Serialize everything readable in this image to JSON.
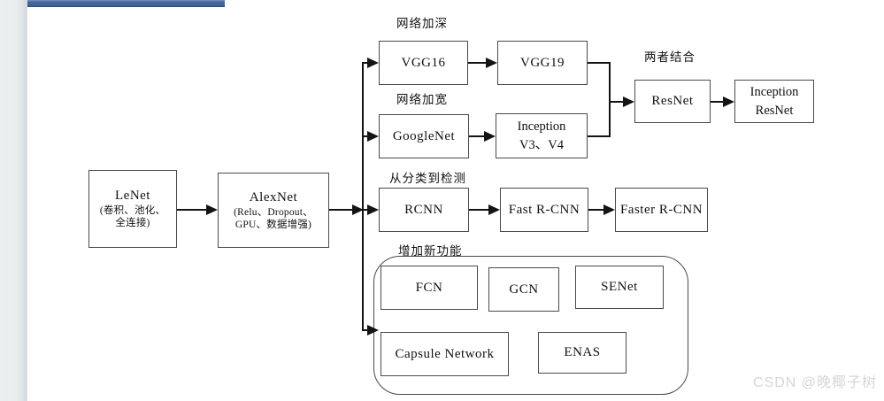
{
  "page": {
    "top_bar_color": "#44679b",
    "left_strip_color": "#e9edee",
    "line_color": "#141414",
    "box_border_color": "#4a4a4a",
    "watermark": "CSDN @晚椰子树"
  },
  "diagram": {
    "section_labels": {
      "deepen": "网络加深",
      "widen": "网络加宽",
      "classify_to_detect": "从分类到检测",
      "new_features": "增加新功能",
      "combine": "两者结合"
    },
    "nodes": {
      "lenet": {
        "title": "LeNet",
        "sub1": "(卷积、池化、",
        "sub2": "全连接)"
      },
      "alexnet": {
        "title": "AlexNet",
        "sub1": "(Relu、Dropout、",
        "sub2": "GPU、数据增强)"
      },
      "vgg16": {
        "label": "VGG16"
      },
      "vgg19": {
        "label": "VGG19"
      },
      "googlenet": {
        "label": "GoogleNet"
      },
      "inception_v3_v4": {
        "line1": "Inception",
        "line2": "V3、V4"
      },
      "resnet": {
        "label": "ResNet"
      },
      "inception_resnet": {
        "line1": "Inception",
        "line2": "ResNet"
      },
      "rcnn": {
        "label": "RCNN"
      },
      "fast_rcnn": {
        "label": "Fast R-CNN"
      },
      "faster_rcnn": {
        "label": "Faster R-CNN"
      },
      "fcn": {
        "label": "FCN"
      },
      "gcn": {
        "label": "GCN"
      },
      "senet": {
        "label": "SENet"
      },
      "capsule_network": {
        "label": "Capsule Network"
      },
      "enas": {
        "label": "ENAS"
      }
    }
  }
}
